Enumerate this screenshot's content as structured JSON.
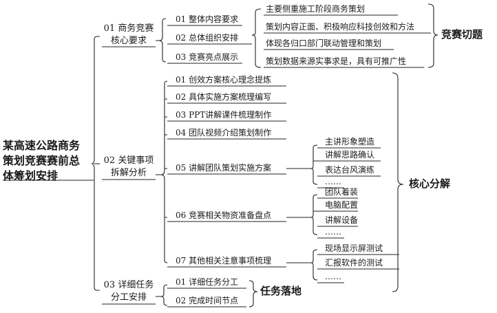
{
  "root": {
    "line1": "某高速公路商务",
    "line2": "策划竞赛赛前总",
    "line3": "体筹划安排"
  },
  "sections": [
    {
      "line1": "01 商务竞赛",
      "line2": "核心要求"
    },
    {
      "line1": "02 关键事项",
      "line2": "拆解分析"
    },
    {
      "line1": "03 详细任务",
      "line2": "分工安排"
    }
  ],
  "s1_items": [
    "01 整体内容要求",
    "02 总体组织安排",
    "03 竞赛亮点展示"
  ],
  "s1_points": [
    "主要侧重施工阶段商务策划",
    "策划内容正面、积极响应科技创效和方法",
    "体现各归口部门联动管理和策划",
    "策划数据来源实事求是，具有可推广性"
  ],
  "s2_items": [
    "01 创效方案核心理念提炼",
    "02 具体实施方案梳理编写",
    "03 PPT讲解课件梳理制作",
    "04 团队视频介绍策划制作",
    "05 讲解团队策划实施方案",
    "06 竞赛相关物资准备盘点",
    "07 其他相关注意事项梳理"
  ],
  "s2_05_children": [
    "主讲形象塑造",
    "讲解思路确认",
    "表达台风演练",
    "……"
  ],
  "s2_06_children": [
    "团队着装",
    "电脑配置",
    "讲解设备",
    "……"
  ],
  "s2_07_children": [
    "现场显示屏测试",
    "汇报软件的测试",
    "……"
  ],
  "s3_items": [
    "01 详细任务分工",
    "02 完成时间节点"
  ],
  "tags": {
    "t1": "竞赛切题",
    "t2": "核心分解",
    "t3": "任务落地"
  }
}
